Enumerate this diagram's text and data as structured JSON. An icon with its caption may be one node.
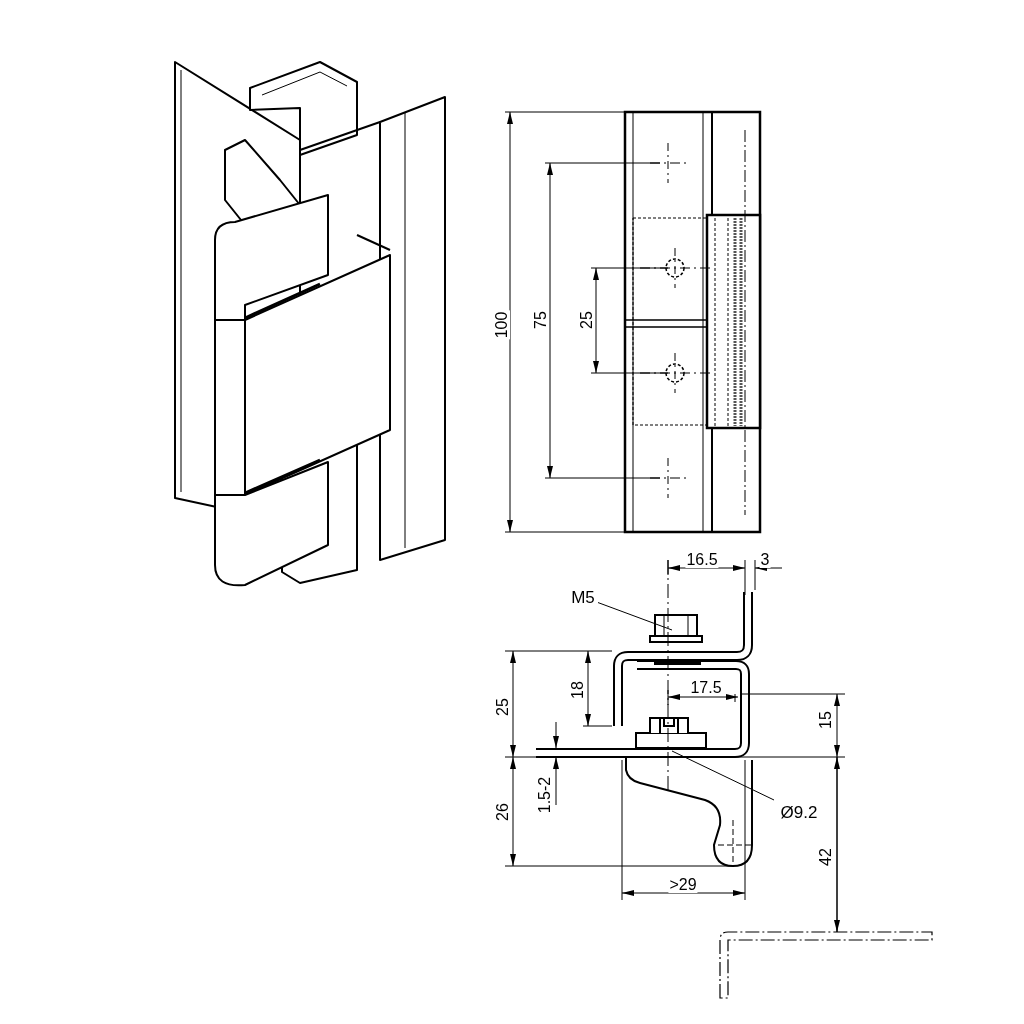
{
  "diagram": {
    "nodes": [
      {
        "text": [
          "M5"
        ]
      },
      {
        "text": [
          "Ø9.2"
        ]
      }
    ],
    "edges": [
      {
        "from": 0,
        "to": null,
        "arrow": "none"
      },
      {
        "from": 1,
        "to": null,
        "arrow": "none"
      }
    ],
    "labels": [
      "100",
      "75",
      "25",
      "16.5",
      "3",
      "18",
      "25",
      "17.5",
      "15",
      "1.5-2",
      "26",
      "42",
      ">29"
    ]
  }
}
